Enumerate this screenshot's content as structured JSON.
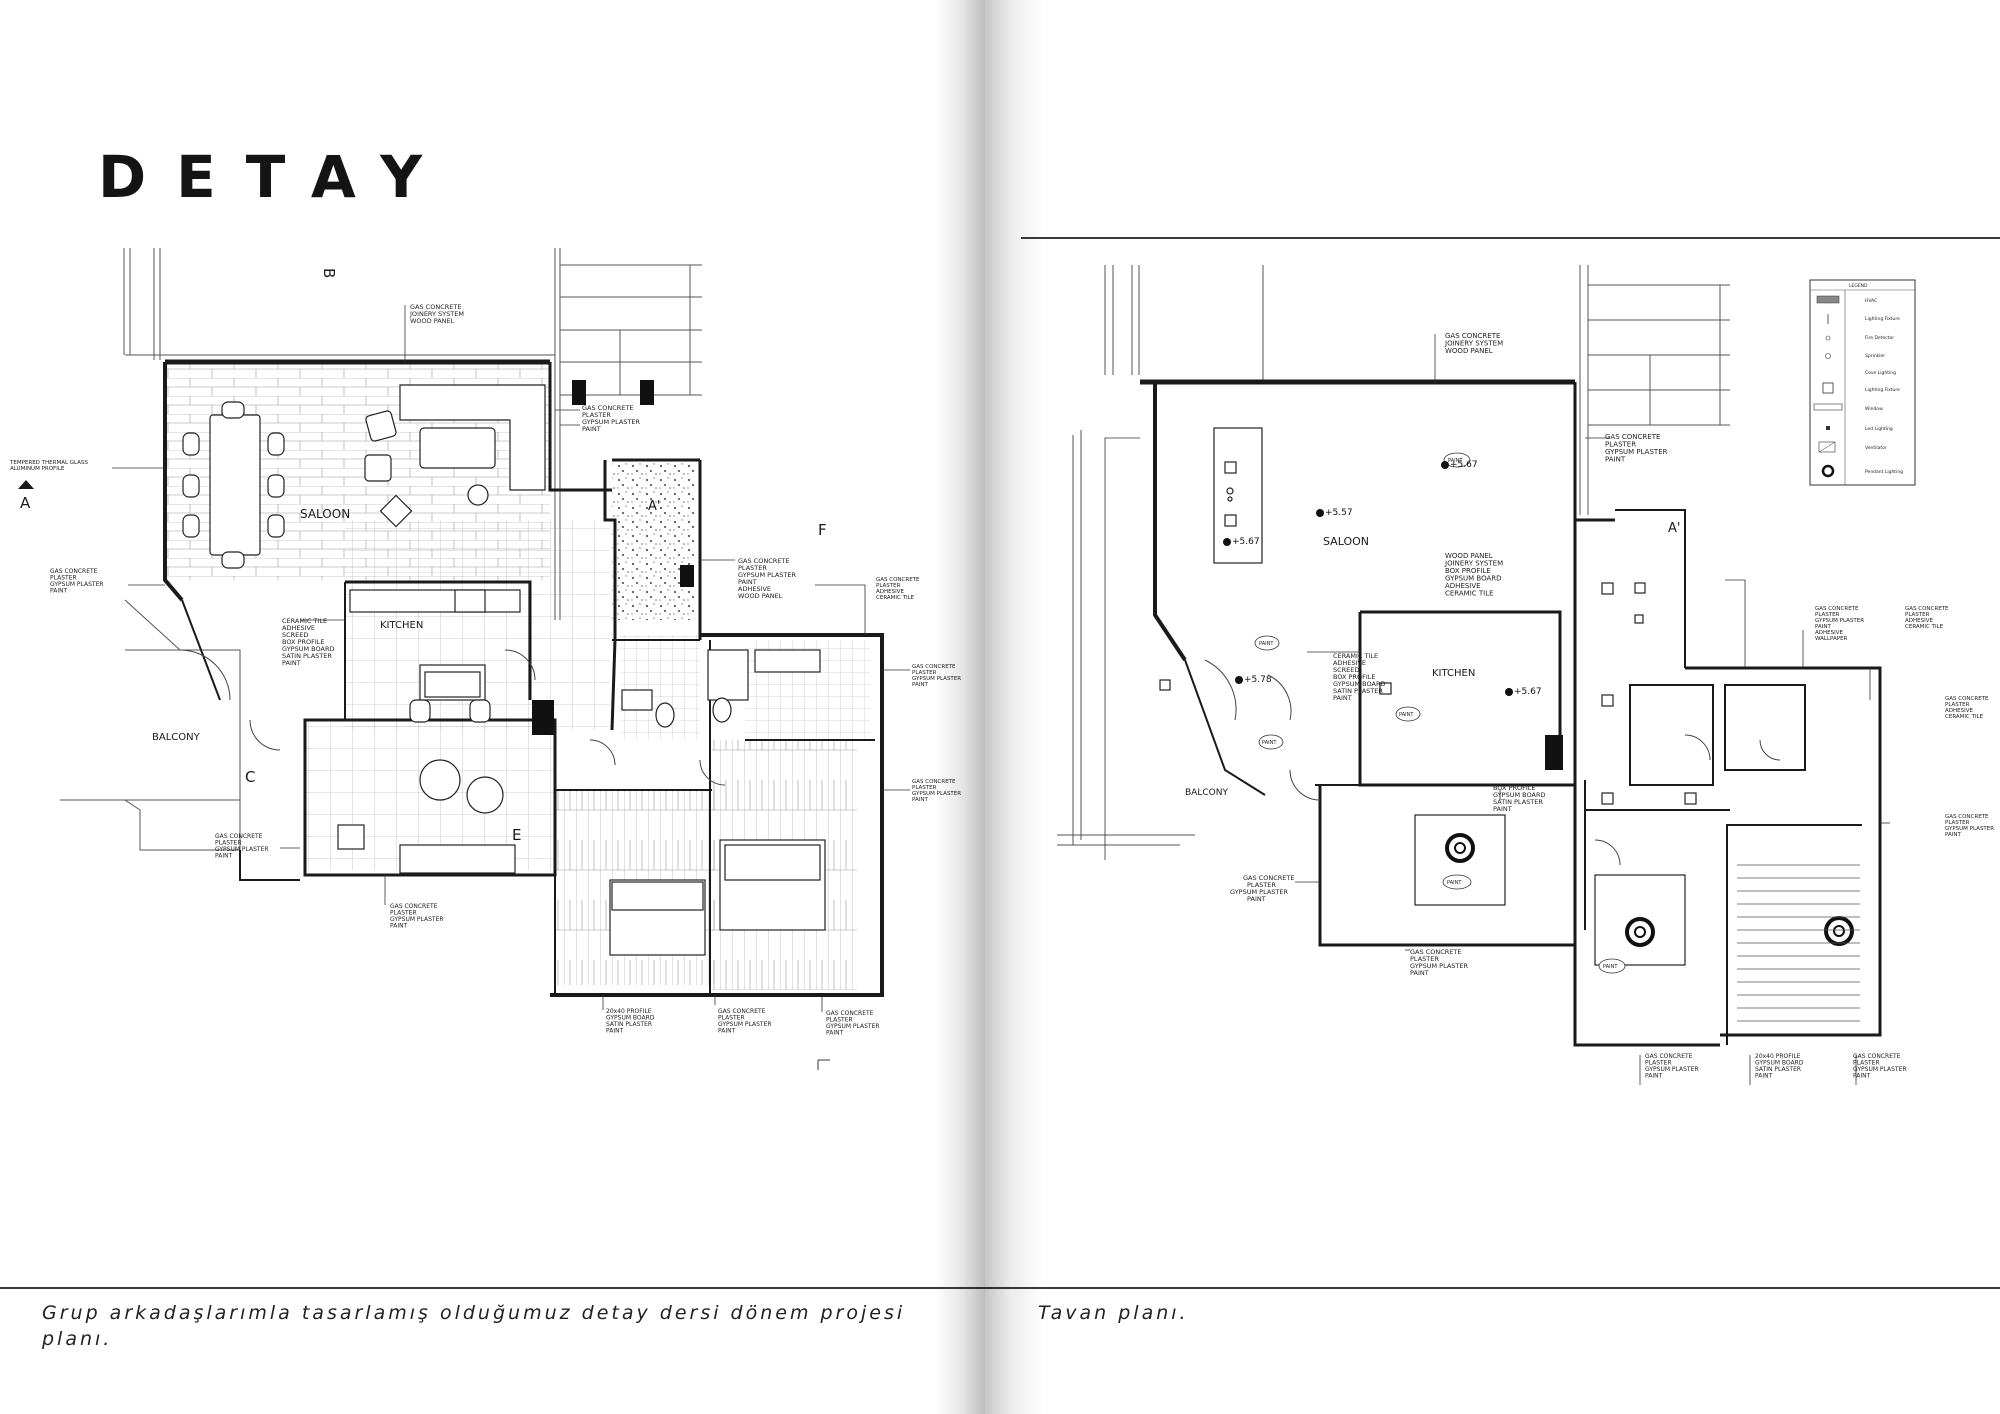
{
  "left_page": {
    "title": "DETAY",
    "caption": "Grup arkadaşlarımla tasarlamış olduğumuz detay dersi dönem projesi planı.",
    "plan": {
      "room_labels": {
        "saloon": "SALOON",
        "kitchen": "KITCHEN",
        "balcony": "BALCONY"
      },
      "section_markers": {
        "a": "A",
        "b": "B",
        "c": "C",
        "e": "E",
        "f": "F",
        "a_prime": "A'"
      },
      "notes": {
        "wall_top": [
          "GAS CONCRETE",
          "JOINERY SYSTEM",
          "WOOD PANEL"
        ],
        "wall_right_upper": [
          "GAS CONCRETE",
          "PLASTER",
          "GYPSUM PLASTER",
          "PAINT"
        ],
        "window_left": [
          "TEMPERED THERMAL GLASS",
          "ALUMINUM PROFILE"
        ],
        "wall_left": [
          "GAS CONCRETE",
          "PLASTER",
          "GYPSUM PLASTER",
          "PAINT"
        ],
        "kitchen_wall": [
          "CERAMIC TILE",
          "ADHESIVE",
          "SCREED",
          "BOX PROFILE",
          "GYPSUM BOARD",
          "SATIN PLASTER",
          "PAINT"
        ],
        "shaft": [
          "GAS CONCRETE",
          "PLASTER",
          "GYPSUM PLASTER",
          "PAINT",
          "ADHESIVE",
          "WOOD PANEL"
        ],
        "bath_right": [
          "GAS CONCRETE",
          "PLASTER",
          "ADHESIVE",
          "CERAMIC TILE"
        ],
        "bedroom_right": [
          "GAS CONCRETE",
          "PLASTER",
          "GYPSUM PLASTER",
          "PAINT"
        ],
        "bottom_left": [
          "GAS CONCRETE",
          "PLASTER",
          "GYPSUM PLASTER",
          "PAINT"
        ],
        "bottom_1": [
          "GAS CONCRETE",
          "PLASTER",
          "GYPSUM PLASTER",
          "PAINT"
        ],
        "bottom_2": [
          "20x40 PROFILE",
          "GYPSUM BOARD",
          "SATIN PLASTER",
          "PAINT"
        ],
        "bottom_3": [
          "GAS CONCRETE",
          "PLASTER",
          "GYPSUM PLASTER",
          "PAINT"
        ]
      }
    }
  },
  "right_page": {
    "caption": "Tavan planı.",
    "plan": {
      "room_labels": {
        "saloon": "SALOON",
        "kitchen": "KITCHEN",
        "balcony": "BALCONY"
      },
      "levels": {
        "l1": "+5.67",
        "l2": "+5.57",
        "l3": "+5.67",
        "l4": "+5.78",
        "l5": "+5.67"
      },
      "section_marker": "A'",
      "paint_tag": "PAINT",
      "notes": {
        "wall_top": [
          "GAS CONCRETE",
          "JOINERY SYSTEM",
          "WOOD PANEL"
        ],
        "wall_right_upper": [
          "GAS CONCRETE",
          "PLASTER",
          "GYPSUM PLASTER",
          "PAINT"
        ],
        "saloon_wall": [
          "WOOD PANEL",
          "JOINERY SYSTEM",
          "BOX PROFILE",
          "GYPSUM BOARD",
          "ADHESIVE",
          "CERAMIC TILE"
        ],
        "kitchen_wall": [
          "CERAMIC TILE",
          "ADHESIVE",
          "SCREED",
          "BOX PROFILE",
          "GYPSUM BOARD",
          "SATIN PLASTER",
          "PAINT"
        ],
        "kitchen_bottom": [
          "BOX PROFILE",
          "GYPSUM BOARD",
          "SATIN PLASTER",
          "PAINT"
        ],
        "hall_1": [
          "GAS CONCRETE",
          "PLASTER",
          "GYPSUM PLASTER",
          "PAINT",
          "ADHESIVE",
          "WALLPAPER"
        ],
        "hall_2": [
          "GAS CONCRETE",
          "PLASTER",
          "ADHESIVE",
          "CERAMIC TILE"
        ],
        "bath_right": [
          "GAS CONCRETE",
          "PLASTER",
          "ADHESIVE",
          "CERAMIC TILE"
        ],
        "bedroom_right": [
          "GAS CONCRETE",
          "PLASTER",
          "GYPSUM PLASTER",
          "PAINT"
        ],
        "balcony_wall": [
          "GAS CONCRETE",
          "PLASTER",
          "GYPSUM PLASTER",
          "PAINT"
        ],
        "room_bottom": [
          "GAS CONCRETE",
          "PLASTER",
          "GYPSUM PLASTER",
          "PAINT"
        ],
        "bottom_1": [
          "GAS CONCRETE",
          "PLASTER",
          "GYPSUM PLASTER",
          "PAINT"
        ],
        "bottom_2": [
          "20x40 PROFILE",
          "GYPSUM BOARD",
          "SATIN PLASTER",
          "PAINT"
        ],
        "bottom_3": [
          "GAS CONCRETE",
          "PLASTER",
          "GYPSUM PLASTER",
          "PAINT"
        ]
      },
      "legend": {
        "title": "LEGEND",
        "items": [
          "HVAC",
          "Lighting Fixture",
          "Fire Detector",
          "Sprinkler",
          "Cove Lighting",
          "Lighting Fixture",
          "Window",
          "Led Lighting",
          "Ventilator",
          "Pendant Lighting"
        ]
      }
    }
  },
  "colors": {
    "ink": "#1a1a1a",
    "rule": "#3a3a3a",
    "paper": "#ffffff",
    "terrazzo": "#8a8a8a"
  }
}
